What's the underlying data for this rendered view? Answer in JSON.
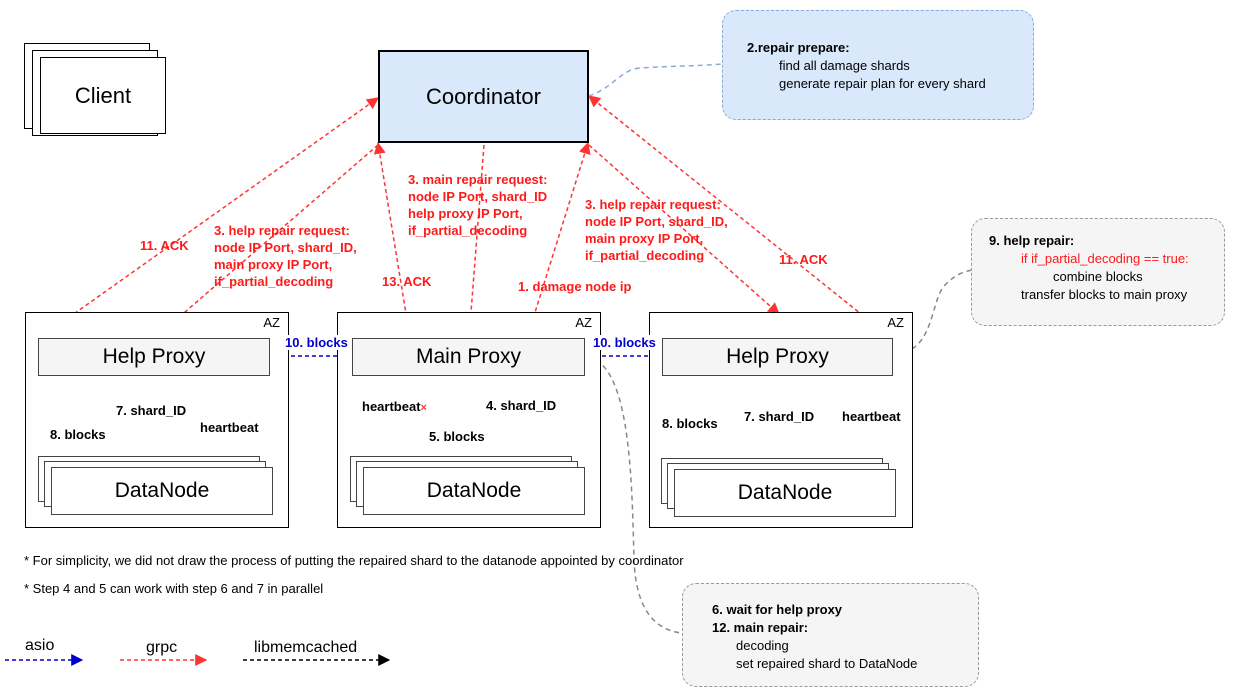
{
  "client": {
    "label": "Client"
  },
  "coordinator": {
    "label": "Coordinator"
  },
  "az_label": "AZ",
  "proxies": {
    "left": "Help Proxy",
    "middle": "Main Proxy",
    "right": "Help Proxy"
  },
  "datanode_label": "DataNode",
  "edges": {
    "ack_left": "11. ACK",
    "ack_right": "11. ACK",
    "ack_main": "13. ACK",
    "damage": "1. damage node ip",
    "help_req_left": [
      "3. help repair request:",
      "node IP Port, shard_ID,",
      "main proxy IP Port,",
      "if_partial_decoding"
    ],
    "main_req": [
      "3. main repair request:",
      "node IP Port, shard_ID",
      "help proxy IP Port,",
      "if_partial_decoding"
    ],
    "help_req_right": [
      "3. help repair request:",
      "node IP Port, shard_ID,",
      "main proxy IP Port,",
      "if_partial_decoding"
    ],
    "blocks_left": "10. blocks",
    "blocks_right": "10. blocks",
    "left_az": {
      "blocks": "8. blocks",
      "shard": "7. shard_ID",
      "heartbeat": "heartbeat"
    },
    "mid_az": {
      "heartbeat": "heartbeat",
      "heartbeat_mark": "×",
      "shard": "4. shard_ID",
      "blocks": "5. blocks"
    },
    "right_az": {
      "blocks": "8. blocks",
      "shard": "7. shard_ID",
      "heartbeat": "heartbeat"
    }
  },
  "notes": {
    "prepare": {
      "title": "2.repair prepare:",
      "lines": [
        "find all damage shards",
        "generate repair plan for every shard"
      ]
    },
    "help_repair": {
      "title": "9. help repair:",
      "condition": "if if_partial_decoding == true:",
      "lines": [
        "combine blocks",
        "transfer blocks to main proxy"
      ]
    },
    "main_repair": {
      "title1": "6. wait for help proxy",
      "title2": "12. main repair:",
      "lines": [
        "decoding",
        "set repaired shard to DataNode"
      ]
    }
  },
  "footnotes": [
    "* For simplicity, we did not draw the process of putting the repaired shard to the datanode appointed by coordinator",
    "* Step 4 and 5 can work with step 6 and 7 in parallel"
  ],
  "legend": {
    "asio": {
      "label": "asio",
      "color": "#0000cc"
    },
    "grpc": {
      "label": "grpc",
      "color": "#ff3333"
    },
    "libmemcached": {
      "label": "libmemcached",
      "color": "#000000"
    }
  }
}
